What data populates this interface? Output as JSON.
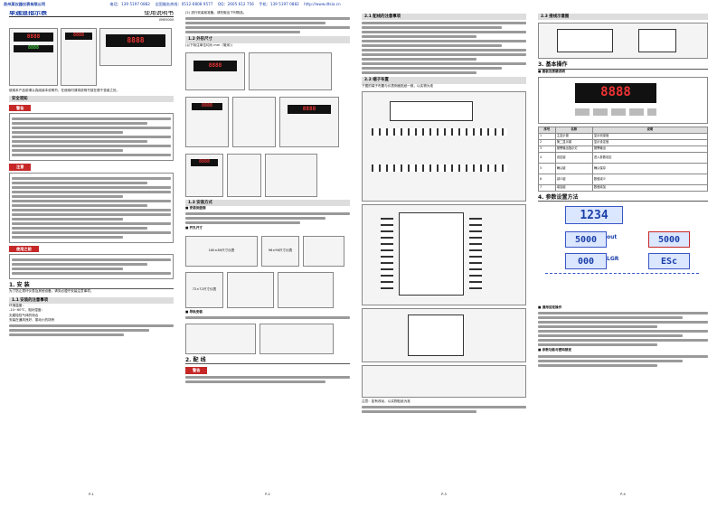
{
  "header": {
    "company": "苏州某仪器仪表有限公司",
    "tel_label": "电话：",
    "tel": "139 5197 0882",
    "hotline_label": "全国服务热线：",
    "hotline": "0512-6808 9577",
    "qq_label": "QQ：",
    "qq": "2605 612 756",
    "phone_label": "手机：",
    "phone": "139 5197 0882",
    "web": "http://www.dtsia.cn"
  },
  "page1": {
    "title": "单通道指示表",
    "doc_type": "使用说明书",
    "model": "VMX5000",
    "intro": "使用本产品前请认真阅读本说明书，在使用时请将说明书放在便于查阅之处。",
    "safety_title": "安全须知",
    "warning_band": "警告",
    "caution_band": "注意",
    "usage_band": "使用之前",
    "install_title": "1. 安 装",
    "install_note": "为了防止损坏仪表及其他设备，请务必遵守安装注意事项。",
    "env_title": "1.1 安装的注意事项",
    "env_items": [
      "环境温度：",
      "-10~60℃，相对湿度：",
      "无腐蚀性气体的场合",
      "安装在通风良好、振动小的场所"
    ],
    "page_no": "P-1"
  },
  "page2": {
    "install_sub": "(2) 进行安装前准备。请先取出下列物品。",
    "dim_title": "1.2 外形尺寸",
    "dim_unit": "(以下标注单位均为 mm（毫米）)",
    "mount_title": "1.3 安装方式",
    "panel_title": "■ 安装到盘面",
    "cut_title": "■ 开孔尺寸",
    "cut_label": "160×80尺寸仪表",
    "cut_label2": "96×96尺寸仪表",
    "cut_label3": "72×72尺寸仪表",
    "guide_title": "■ 导轨安装",
    "wiring_title": "2. 配 线",
    "warning_band": "警告",
    "page_no": "P-2"
  },
  "page3": {
    "sec21": "2.1 配线的注意事项",
    "sec22": "2.2 端子布置",
    "term_note": "下图的端子布置与仪表侧面贴纸一致，以实物为准",
    "note1": "注意：如有改动，以实物贴纸为准",
    "page_no": "P-3"
  },
  "page4": {
    "sec23": "2.3 接线示意图",
    "sec3": "3. 基本操作",
    "panel_desc": "■ 面板及按键说明",
    "table_head": [
      "序号",
      "名称",
      "说明"
    ],
    "table_rows": [
      [
        "1",
        "主显示窗",
        "显示测量值"
      ],
      [
        "2",
        "第二显示窗",
        "显示设定值"
      ],
      [
        "3",
        "报警输出指示灯",
        "报警输出"
      ],
      [
        "4",
        "设定键",
        "进入参数设定"
      ],
      [
        "5",
        "确认键",
        "确认保存"
      ],
      [
        "6",
        "减少键",
        "数值减少"
      ],
      [
        "7",
        "增加键",
        "数值增加"
      ]
    ],
    "sec4": "4. 参数设置方法",
    "lcd_main": "1234",
    "lcd_out": "5000",
    "lcd_out_tag": "out",
    "lcd_lo": "000",
    "lcd_lo_tag": "LGR",
    "lcd_r1": "5000",
    "lcd_esc": "ESc",
    "op_title": "■ 通用设定操作",
    "func_title": "■ 参数功能与密码锁定",
    "page_no": "P-4"
  },
  "meters": {
    "m1": "8888",
    "m2": "8888",
    "m3": "8888"
  }
}
